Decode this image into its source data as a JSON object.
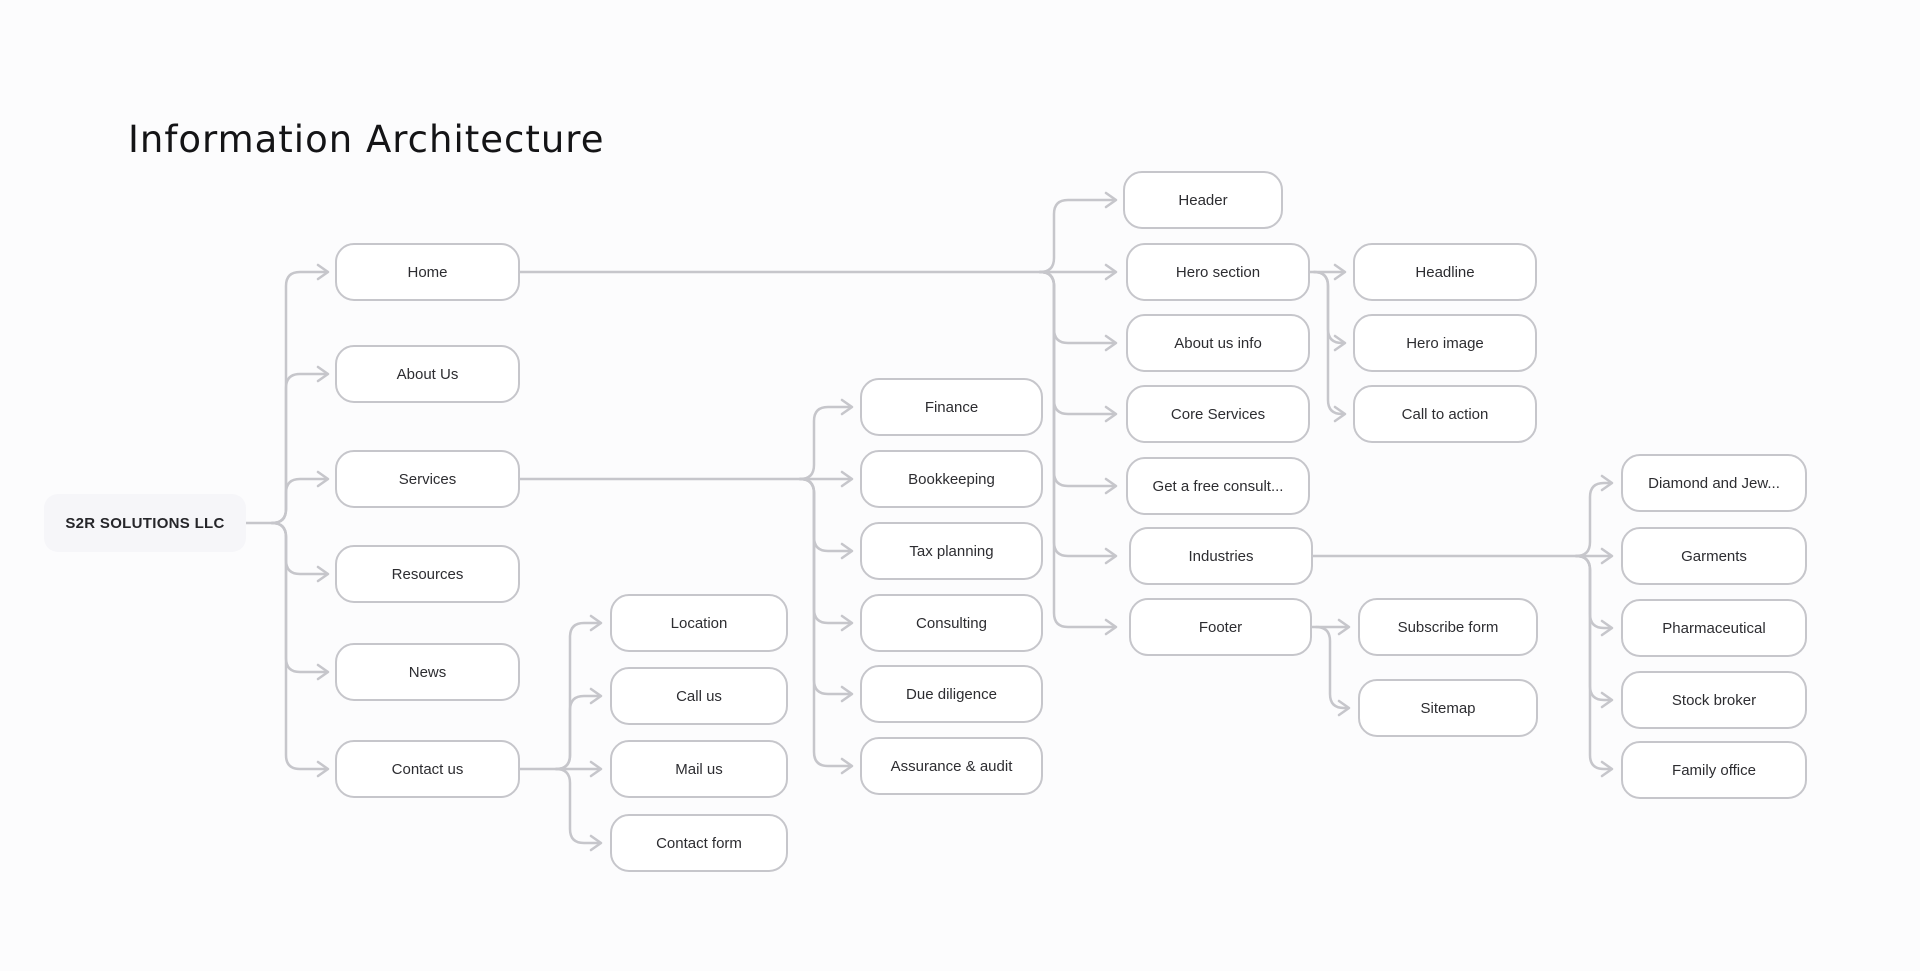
{
  "title": "Information Architecture",
  "colors": {
    "background": "#fcfcfd",
    "connector_line": "#c6c6cb",
    "node_border": "#c6c6cb",
    "node_fill": "#ffffff",
    "node_text": "#2d2d31",
    "root_fill": "#f6f6f9",
    "title_text": "#141416"
  },
  "tree": {
    "label": "S2R SOLUTIONS LLC",
    "children": [
      {
        "label": "Home",
        "children": [
          {
            "label": "Header"
          },
          {
            "label": "Hero section",
            "children": [
              {
                "label": "Headline"
              },
              {
                "label": "Hero image"
              },
              {
                "label": "Call to action"
              }
            ]
          },
          {
            "label": "About us info"
          },
          {
            "label": "Core Services"
          },
          {
            "label": "Get a free consult..."
          },
          {
            "label": "Industries",
            "children": [
              {
                "label": "Diamond and Jew..."
              },
              {
                "label": "Garments"
              },
              {
                "label": "Pharmaceutical"
              },
              {
                "label": "Stock broker"
              },
              {
                "label": "Family office"
              }
            ]
          },
          {
            "label": "Footer",
            "children": [
              {
                "label": "Subscribe form"
              },
              {
                "label": "Sitemap"
              }
            ]
          }
        ]
      },
      {
        "label": "About Us"
      },
      {
        "label": "Services",
        "children": [
          {
            "label": "Finance"
          },
          {
            "label": "Bookkeeping"
          },
          {
            "label": "Tax planning"
          },
          {
            "label": "Consulting"
          },
          {
            "label": "Due diligence"
          },
          {
            "label": "Assurance & audit"
          }
        ]
      },
      {
        "label": "Resources"
      },
      {
        "label": "News"
      },
      {
        "label": "Contact us",
        "children": [
          {
            "label": "Location"
          },
          {
            "label": "Call us"
          },
          {
            "label": "Mail us"
          },
          {
            "label": "Contact form"
          }
        ]
      }
    ]
  }
}
